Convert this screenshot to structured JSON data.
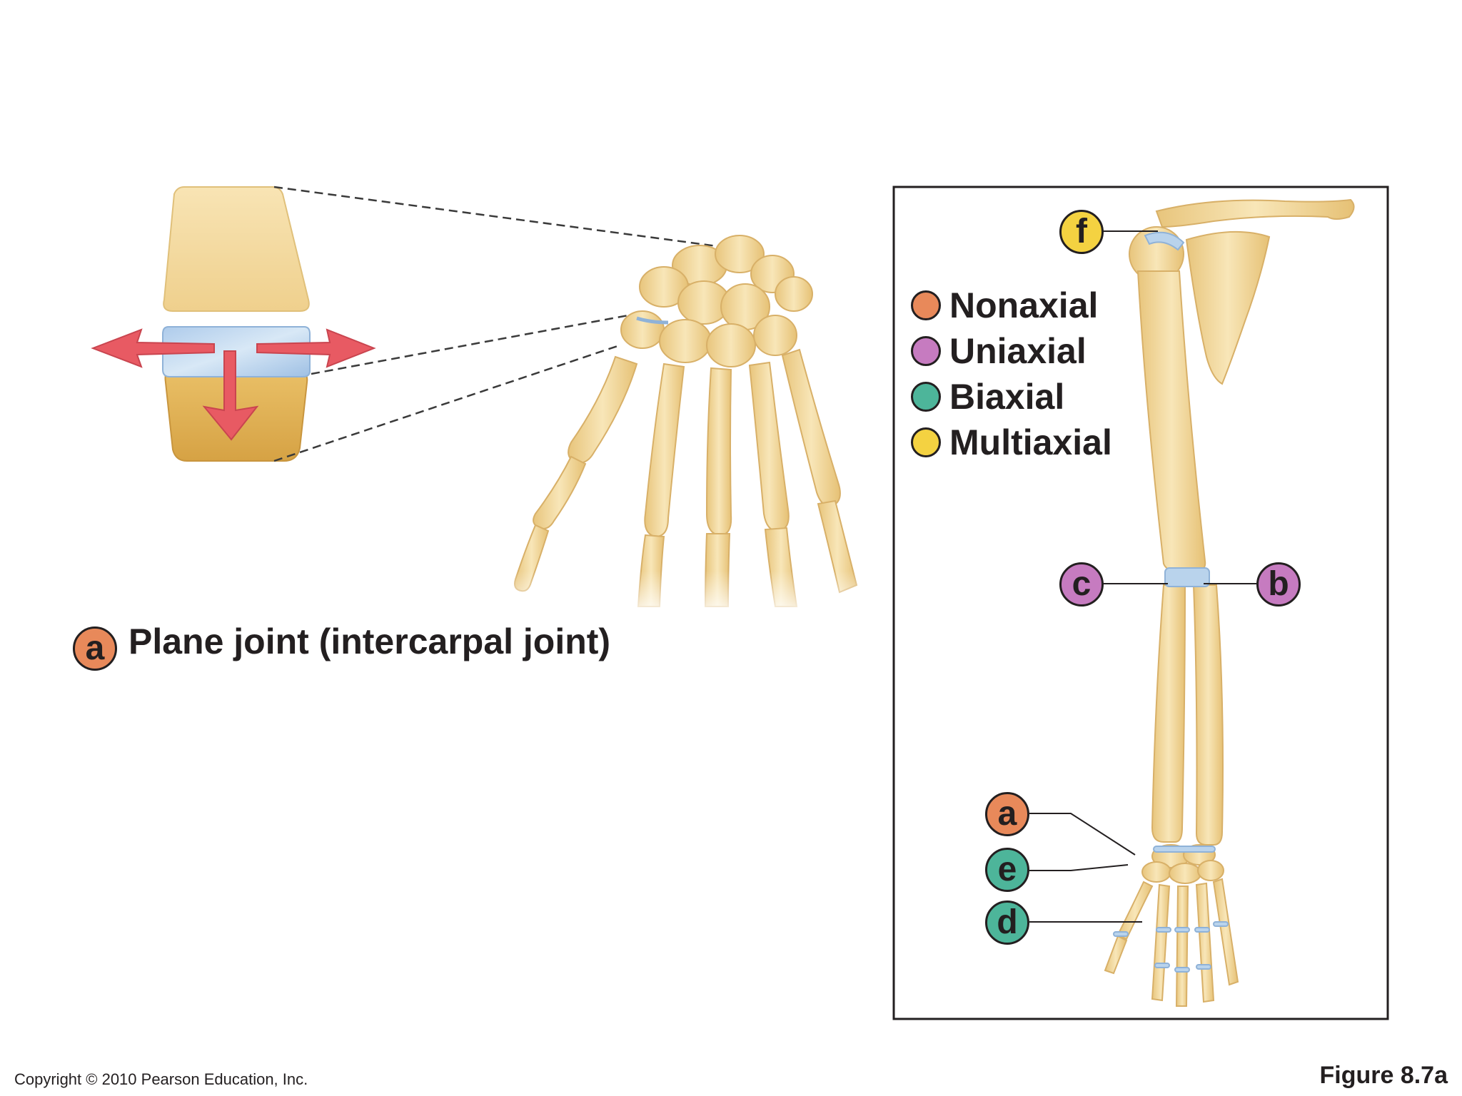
{
  "panel_a": {
    "badge": "a",
    "caption": "Plane joint (intercarpal joint)"
  },
  "legend": [
    {
      "label": "Nonaxial",
      "color": "#e8895a"
    },
    {
      "label": "Uniaxial",
      "color": "#c67bc0"
    },
    {
      "label": "Biaxial",
      "color": "#4db59a"
    },
    {
      "label": "Multiaxial",
      "color": "#f4d241"
    }
  ],
  "arm_badges": [
    {
      "letter": "f",
      "color": "#f4d241"
    },
    {
      "letter": "c",
      "color": "#c67bc0"
    },
    {
      "letter": "b",
      "color": "#c67bc0"
    },
    {
      "letter": "a",
      "color": "#e8895a"
    },
    {
      "letter": "e",
      "color": "#4db59a"
    },
    {
      "letter": "d",
      "color": "#4db59a"
    }
  ],
  "footer": {
    "copyright": "Copyright © 2010 Pearson Education, Inc.",
    "figure": "Figure 8.7a"
  },
  "colors": {
    "bone": "#f3dca4",
    "bone_shadow": "#d9b56b",
    "cartilage": "#b9d3ec",
    "arrow": "#e85a63"
  }
}
